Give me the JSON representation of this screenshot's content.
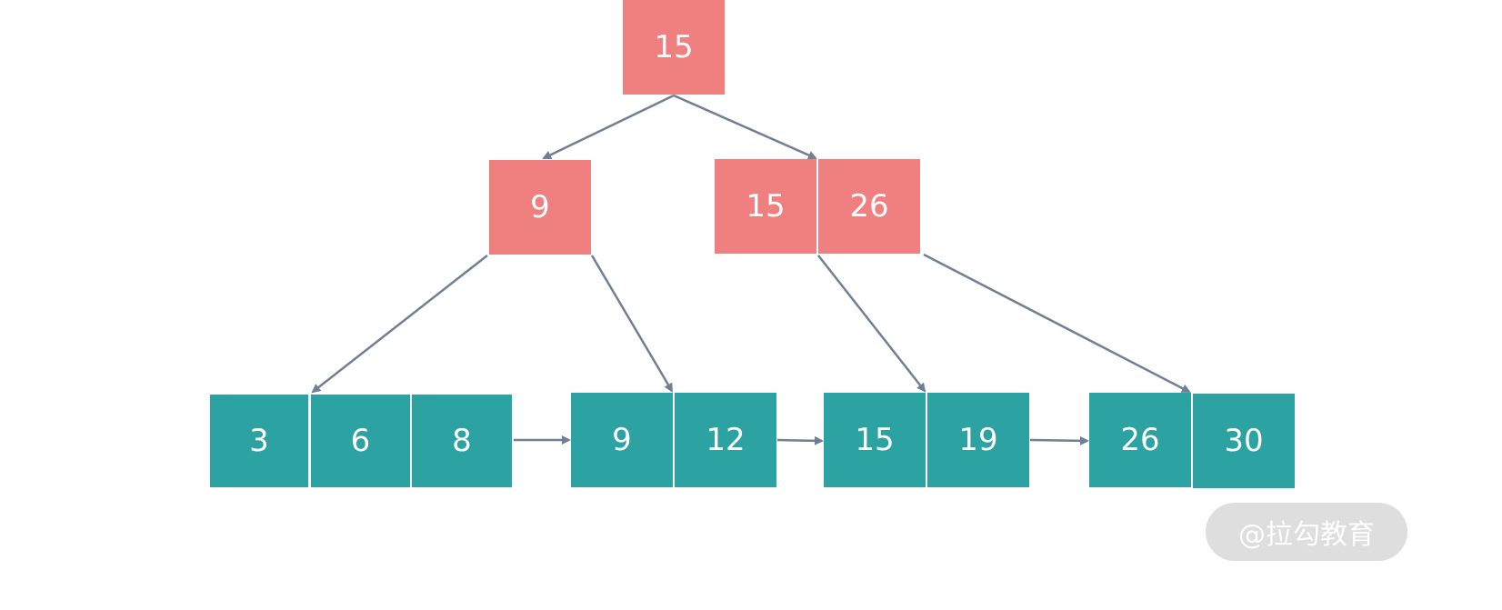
{
  "colors": {
    "internal_node": "#f07f7f",
    "leaf_node": "#2ca2a3",
    "edge": "#6f7f94",
    "text": "#ffffff"
  },
  "tree": {
    "root": {
      "keys": [
        "15"
      ]
    },
    "internal": [
      {
        "keys": [
          "9"
        ]
      },
      {
        "keys": [
          "15",
          "26"
        ]
      }
    ],
    "leaves": [
      {
        "keys": [
          "3",
          "6",
          "8"
        ]
      },
      {
        "keys": [
          "9",
          "12"
        ]
      },
      {
        "keys": [
          "15",
          "19"
        ]
      },
      {
        "keys": [
          "26",
          "30"
        ]
      }
    ]
  },
  "watermark": {
    "text": "@拉勾教育"
  }
}
